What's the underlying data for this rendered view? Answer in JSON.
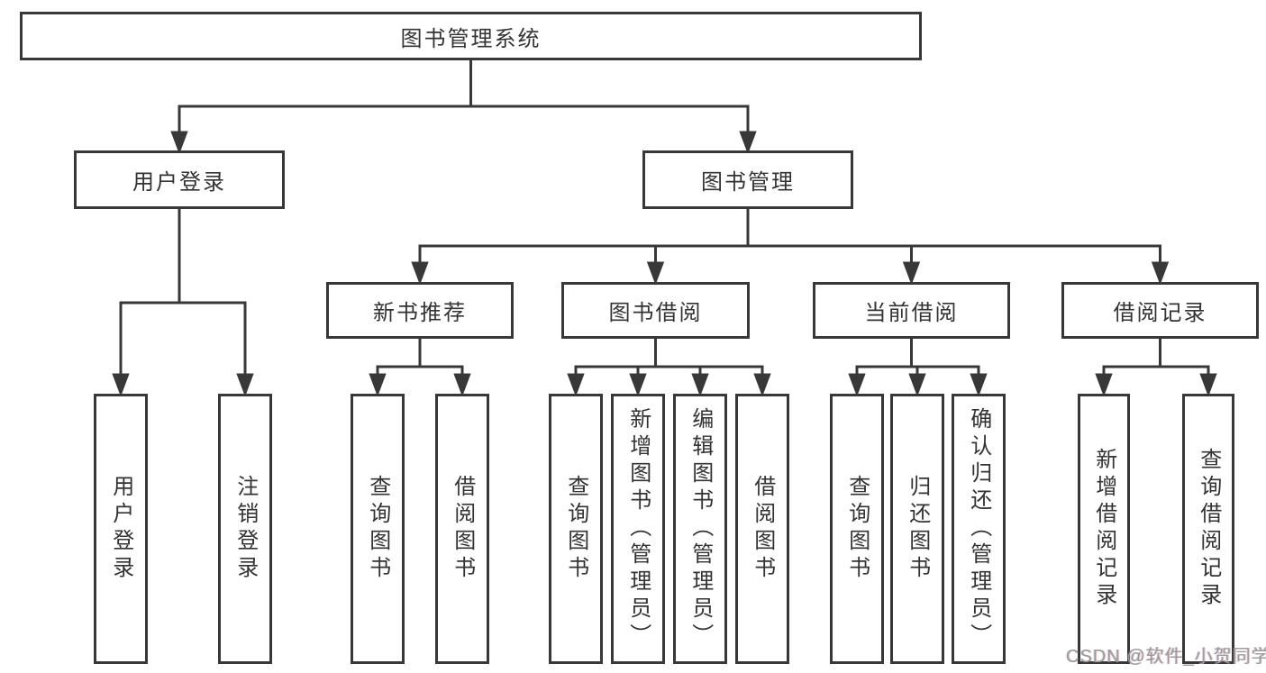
{
  "colors": {
    "line": "#383838",
    "text": "#333333",
    "watermark": "#9b9b9b",
    "background": "#ffffff"
  },
  "watermark": {
    "text": "CSDN @软件_小贺同学"
  },
  "tree": {
    "root": {
      "label": "图书管理系统"
    },
    "level2": {
      "user_login": {
        "label": "用户登录"
      },
      "book_management": {
        "label": "图书管理"
      }
    },
    "level3": {
      "new_book_recommend": {
        "label": "新书推荐"
      },
      "book_borrow": {
        "label": "图书借阅"
      },
      "current_borrow": {
        "label": "当前借阅"
      },
      "borrow_records": {
        "label": "借阅记录"
      }
    },
    "leaves": {
      "user_login": [
        "用户登录",
        "注销登录"
      ],
      "new_book_recommend": [
        "查询图书",
        "借阅图书"
      ],
      "book_borrow": [
        "查询图书",
        "新增图书（管理员）",
        "编辑图书（管理员）",
        "借阅图书"
      ],
      "current_borrow": [
        "查询图书",
        "归还图书",
        "确认归还（管理员）"
      ],
      "borrow_records": [
        "新增借阅记录",
        "查询借阅记录"
      ]
    }
  }
}
